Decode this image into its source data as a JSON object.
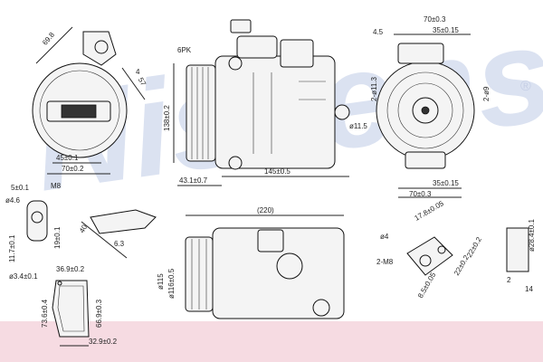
{
  "watermark": {
    "brand": "Nissens",
    "registered": "®"
  },
  "top_left_view": {
    "d_70": "70±0.2",
    "d_45": "45±0.1",
    "d_69": "69.8",
    "d_4": "4",
    "d_57": "57"
  },
  "top_center_view": {
    "belt": "6PK",
    "height": "138±0.2",
    "length_145": "145±0.5",
    "length_43": "43.1±0.7",
    "bore": "ø11.5"
  },
  "top_right_view": {
    "d_70": "70±0.3",
    "d_35": "35±0.15",
    "d_45": "4.5",
    "d_113": "2-ø11.3",
    "d_9": "2-ø9",
    "d_70b": "70±0.3",
    "d_35b": "35±0.15"
  },
  "mid_left_view": {
    "d_5": "5±0.1",
    "m8": "M8",
    "d_4": "ø4.6",
    "d_19": "19±0.1",
    "d_11": "11.7±0.1",
    "d_6": "6.3",
    "d_40": "40"
  },
  "bottom_center_view": {
    "overall": "(220)",
    "d_115": "ø115",
    "d_116": "ø116±0.5"
  },
  "bottom_left_view": {
    "d_34": "ø3.4±0.1",
    "d_36": "36.9±0.2",
    "d_73": "73.6±0.4",
    "d_66": "66.9±0.3",
    "d_32": "32.9±0.2"
  },
  "bottom_right_view": {
    "d_4": "ø4",
    "m8": "2-M8",
    "d_178": "17.8±0.05",
    "d_22": "22±0.2",
    "d_22b": "22±0.2",
    "d_85": "8.5±0.05",
    "d_284": "ø28.4±0.1",
    "d_2": "2",
    "d_14": "14"
  }
}
